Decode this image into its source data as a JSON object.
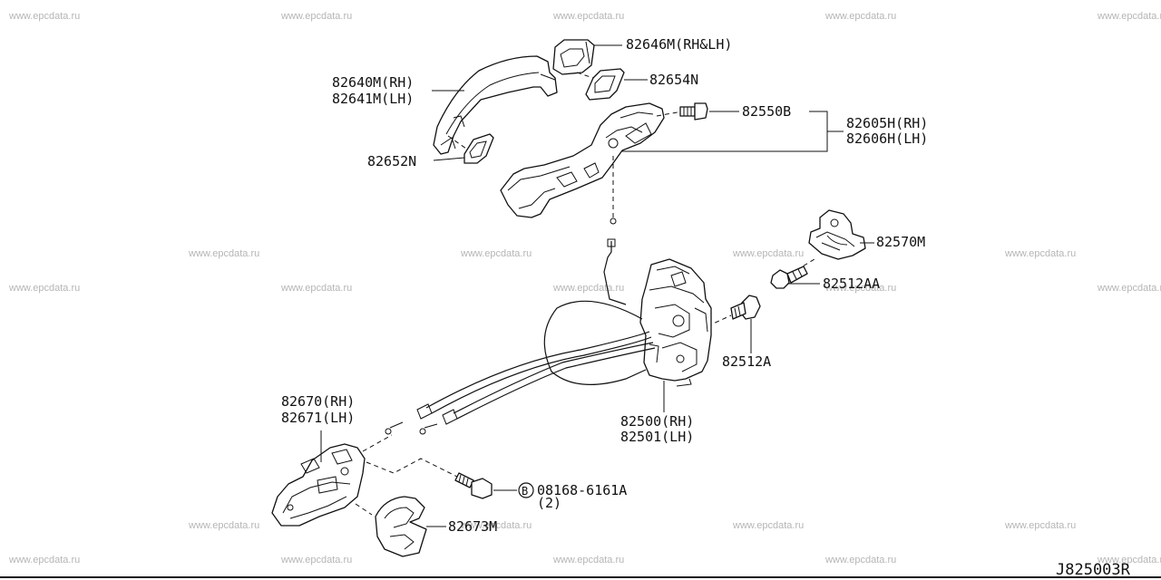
{
  "watermark": "www.epcdata.ru",
  "diagram_code": "J825003R",
  "labels": {
    "l_82646m": "82646M(RH&LH)",
    "l_82654n": "82654N",
    "l_82640m": "82640M(RH)",
    "l_82641m": "82641M(LH)",
    "l_82550b": "82550B",
    "l_82605h": "82605H(RH)",
    "l_82606h": "82606H(LH)",
    "l_82652n": "82652N",
    "l_82570m": "82570M",
    "l_82512aa": "82512AA",
    "l_82512a": "82512A",
    "l_82670": "82670(RH)",
    "l_82671": "82671(LH)",
    "l_82500": "82500(RH)",
    "l_82501": "82501(LH)",
    "l_08168": "08168-6161A",
    "l_08168_qty": "(2)",
    "bolt_mark": "B",
    "l_82673m": "82673M"
  }
}
